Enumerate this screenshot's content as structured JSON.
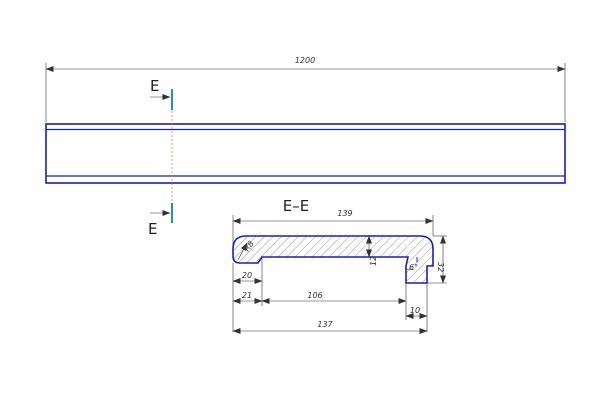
{
  "view_label_top": "E",
  "view_label_bottom": "E",
  "section_title": "E–E",
  "dimensions": {
    "overall_length": "1200",
    "section_width_top": "139",
    "section_width_bottom": "137",
    "radius": "R8",
    "height_right": "32",
    "inner_depth": "12",
    "angle": "6°",
    "dim_20": "20",
    "dim_21": "21",
    "dim_106": "106",
    "dim_10": "10"
  },
  "colors": {
    "outline": "#1c1cc4",
    "section_marker": "#1a9a9a",
    "dimension": "#333333",
    "center_line": "#e06060"
  }
}
